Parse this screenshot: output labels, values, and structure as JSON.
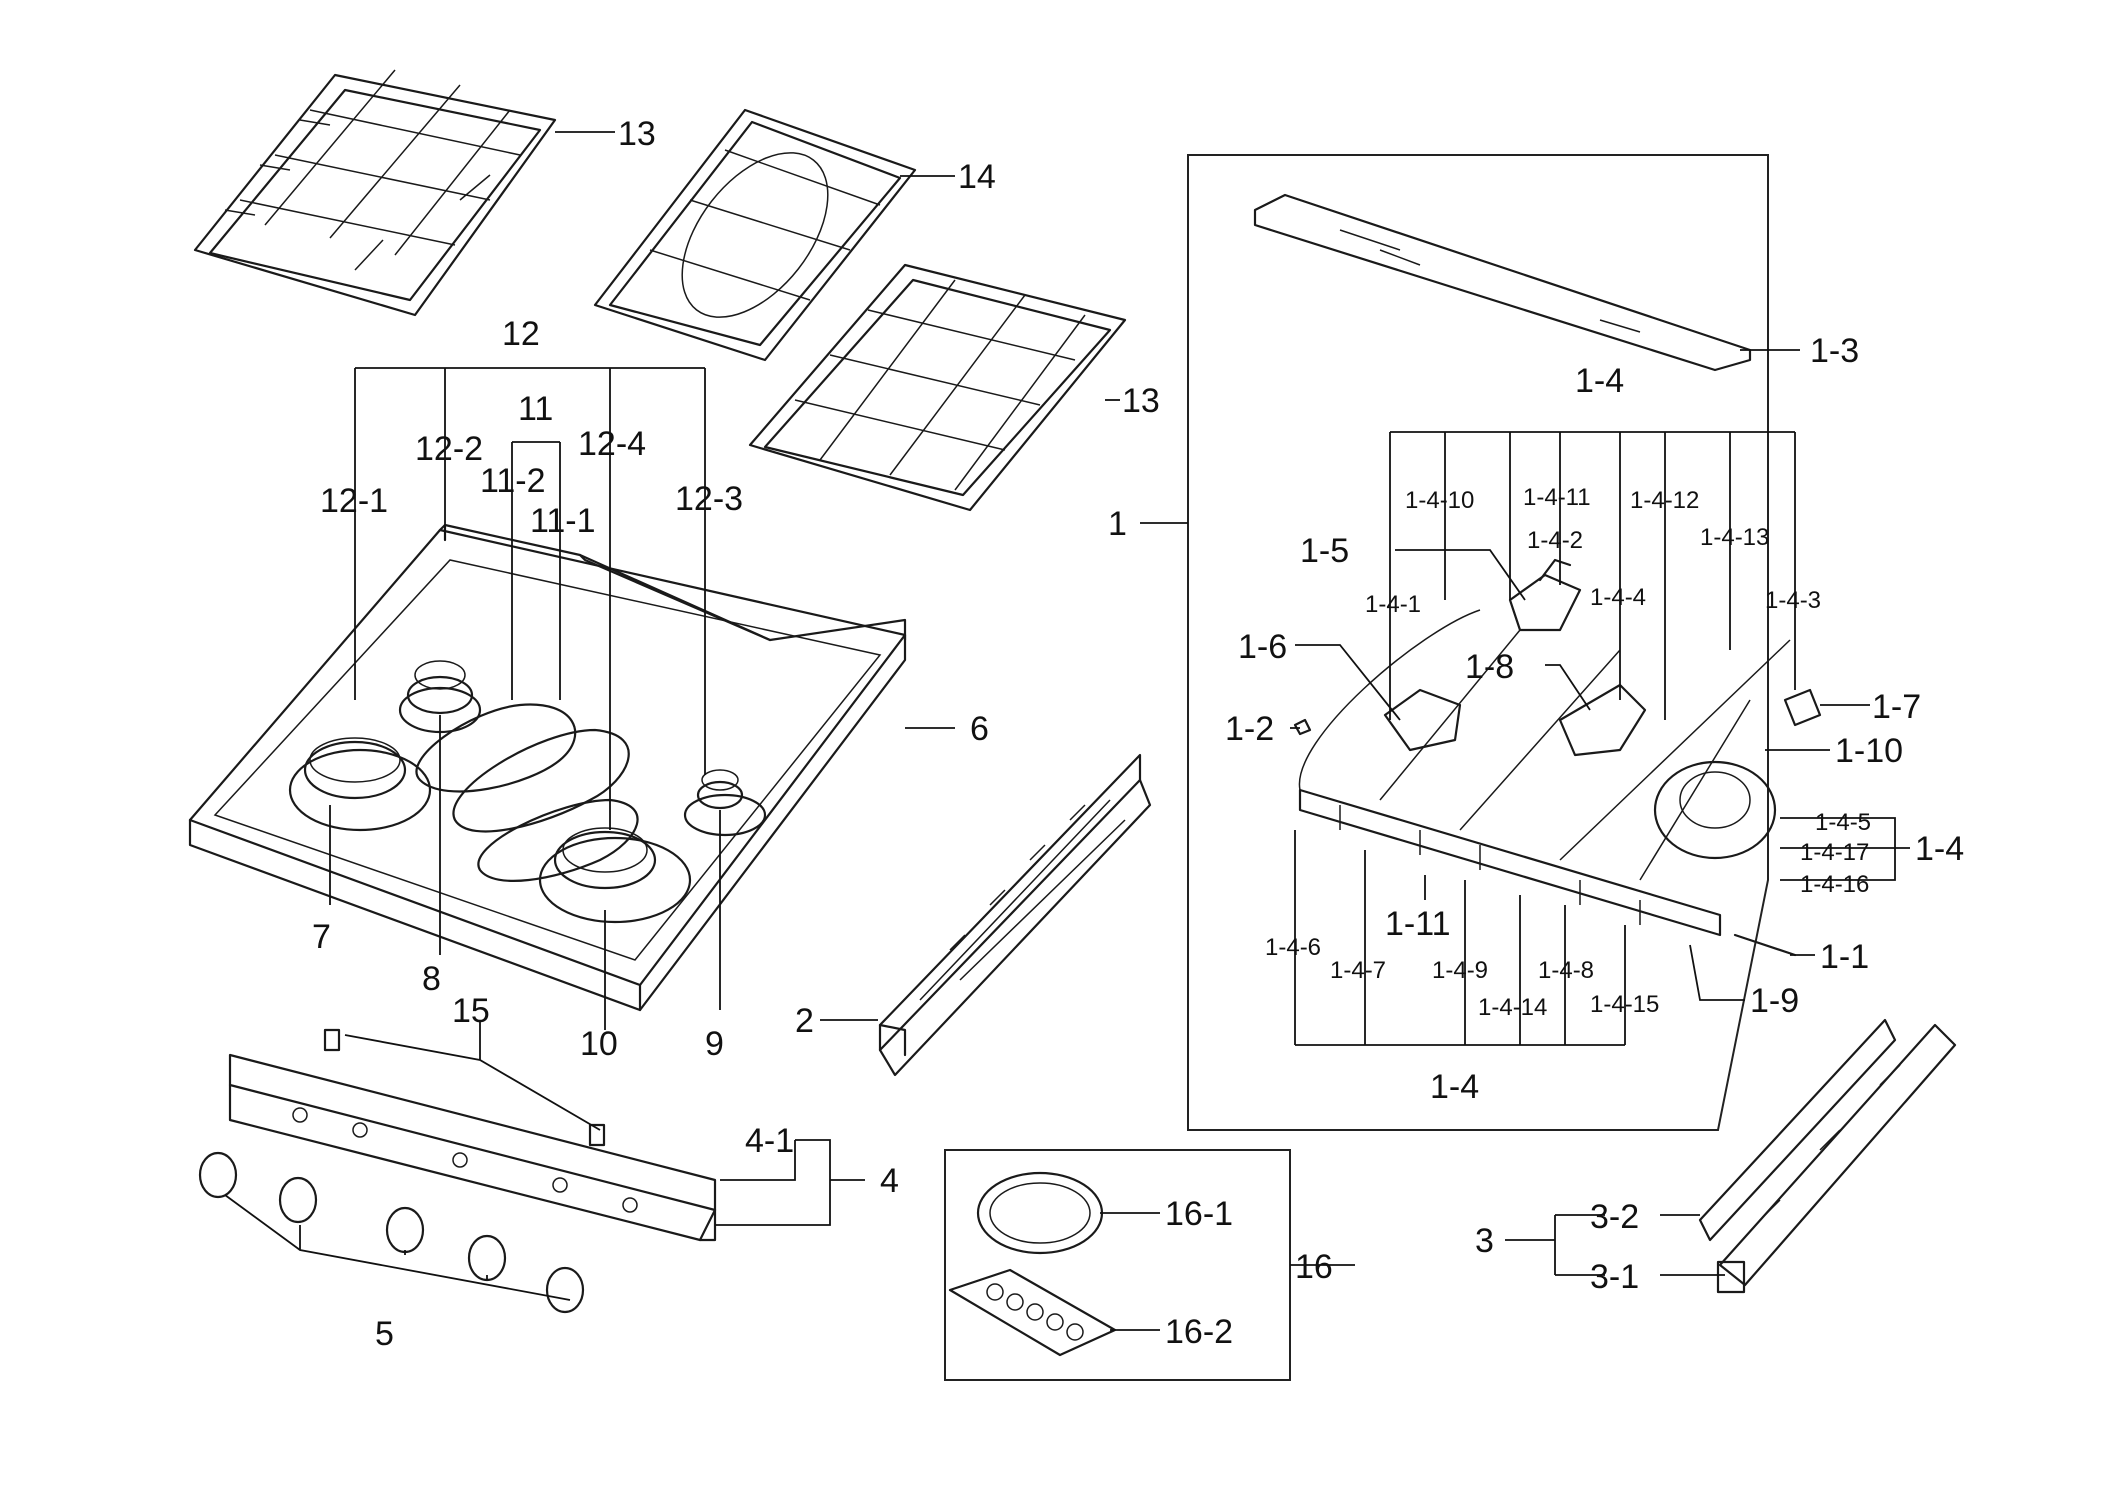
{
  "labels": {
    "l1": "1",
    "l1_1": "1-1",
    "l1_2": "1-2",
    "l1_3": "1-3",
    "l1_4_top": "1-4",
    "l1_4_right": "1-4",
    "l1_4_bottom": "1-4",
    "l1_4_1": "1-4-1",
    "l1_4_2": "1-4-2",
    "l1_4_3": "1-4-3",
    "l1_4_4": "1-4-4",
    "l1_4_5": "1-4-5",
    "l1_4_6": "1-4-6",
    "l1_4_7": "1-4-7",
    "l1_4_8": "1-4-8",
    "l1_4_9": "1-4-9",
    "l1_4_10": "1-4-10",
    "l1_4_11": "1-4-11",
    "l1_4_12": "1-4-12",
    "l1_4_13": "1-4-13",
    "l1_4_14": "1-4-14",
    "l1_4_15": "1-4-15",
    "l1_4_16": "1-4-16",
    "l1_4_17": "1-4-17",
    "l1_5": "1-5",
    "l1_6": "1-6",
    "l1_7": "1-7",
    "l1_8": "1-8",
    "l1_9": "1-9",
    "l1_10": "1-10",
    "l1_11": "1-11",
    "l2": "2",
    "l3": "3",
    "l3_1": "3-1",
    "l3_2": "3-2",
    "l4": "4",
    "l4_1": "4-1",
    "l5": "5",
    "l6": "6",
    "l7": "7",
    "l8": "8",
    "l9": "9",
    "l10": "10",
    "l11": "11",
    "l11_1": "11-1",
    "l11_2": "11-2",
    "l12": "12",
    "l12_1": "12-1",
    "l12_2": "12-2",
    "l12_3": "12-3",
    "l12_4": "12-4",
    "l13_top": "13",
    "l13_mid": "13",
    "l14": "14",
    "l15": "15",
    "l16": "16",
    "l16_1": "16-1",
    "l16_2": "16-2"
  }
}
